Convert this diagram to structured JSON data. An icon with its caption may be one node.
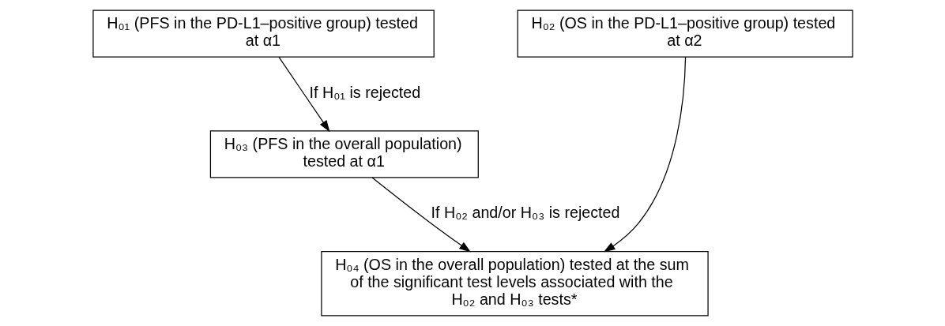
{
  "diagram": {
    "nodes": [
      {
        "text": [
          "H₀₁ (PFS in the PD-L1–positive group) tested at α1"
        ]
      },
      {
        "text": [
          "H₀₂ (OS in the PD-L1–positive group) tested at α2"
        ]
      },
      {
        "text": [
          "H₀₃ (PFS in the overall population) tested at α1"
        ]
      },
      {
        "text": [
          "H₀₄ (OS in the overall population) tested at the sum of the significant test levels associated with the H₀₂ and H₀₃ tests*"
        ]
      }
    ],
    "edges": [
      {
        "from": 0,
        "to": 2,
        "arrow": "to",
        "label": "If H₀₁ is rejected"
      },
      {
        "from": 1,
        "to": 3,
        "arrow": "to"
      },
      {
        "from": 2,
        "to": 3,
        "arrow": "to",
        "label": "If H₀₂ and/or H₀₃ is rejected"
      }
    ]
  }
}
